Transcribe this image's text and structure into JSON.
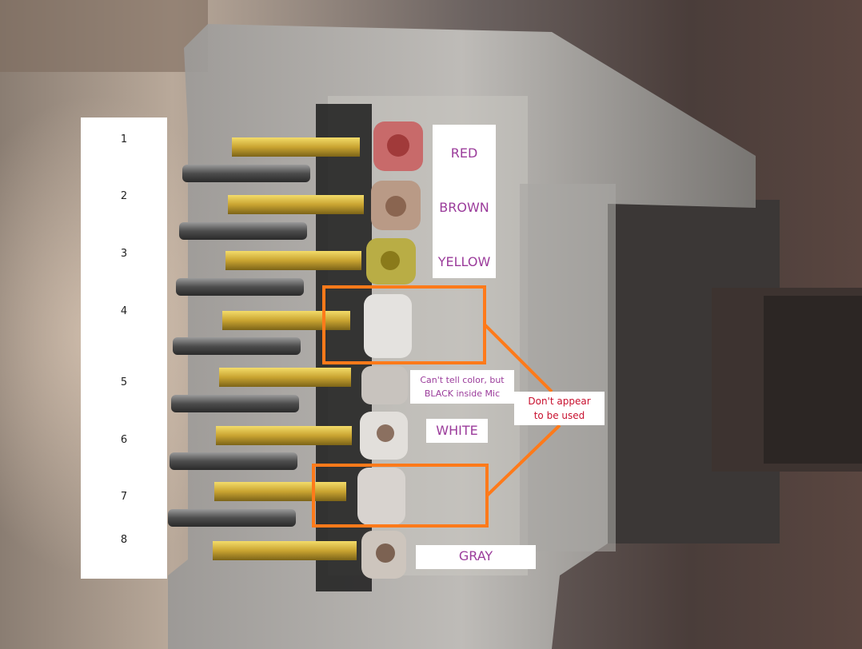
{
  "pins": [
    "1",
    "2",
    "3",
    "4",
    "5",
    "6",
    "7",
    "8"
  ],
  "wire_colors": {
    "red": "RED",
    "brown": "BROWN",
    "yellow": "YELLOW",
    "unknown_line1": "Can't tell color, but",
    "unknown_line2": "BLACK inside Mic",
    "white": "WHITE",
    "gray": "GRAY"
  },
  "annotation": {
    "line1": "Don't appear",
    "line2": "to be used"
  },
  "colors": {
    "label_text": "#9b3c9b",
    "note_text": "#c8102e",
    "highlight": "#ff7a1a"
  }
}
